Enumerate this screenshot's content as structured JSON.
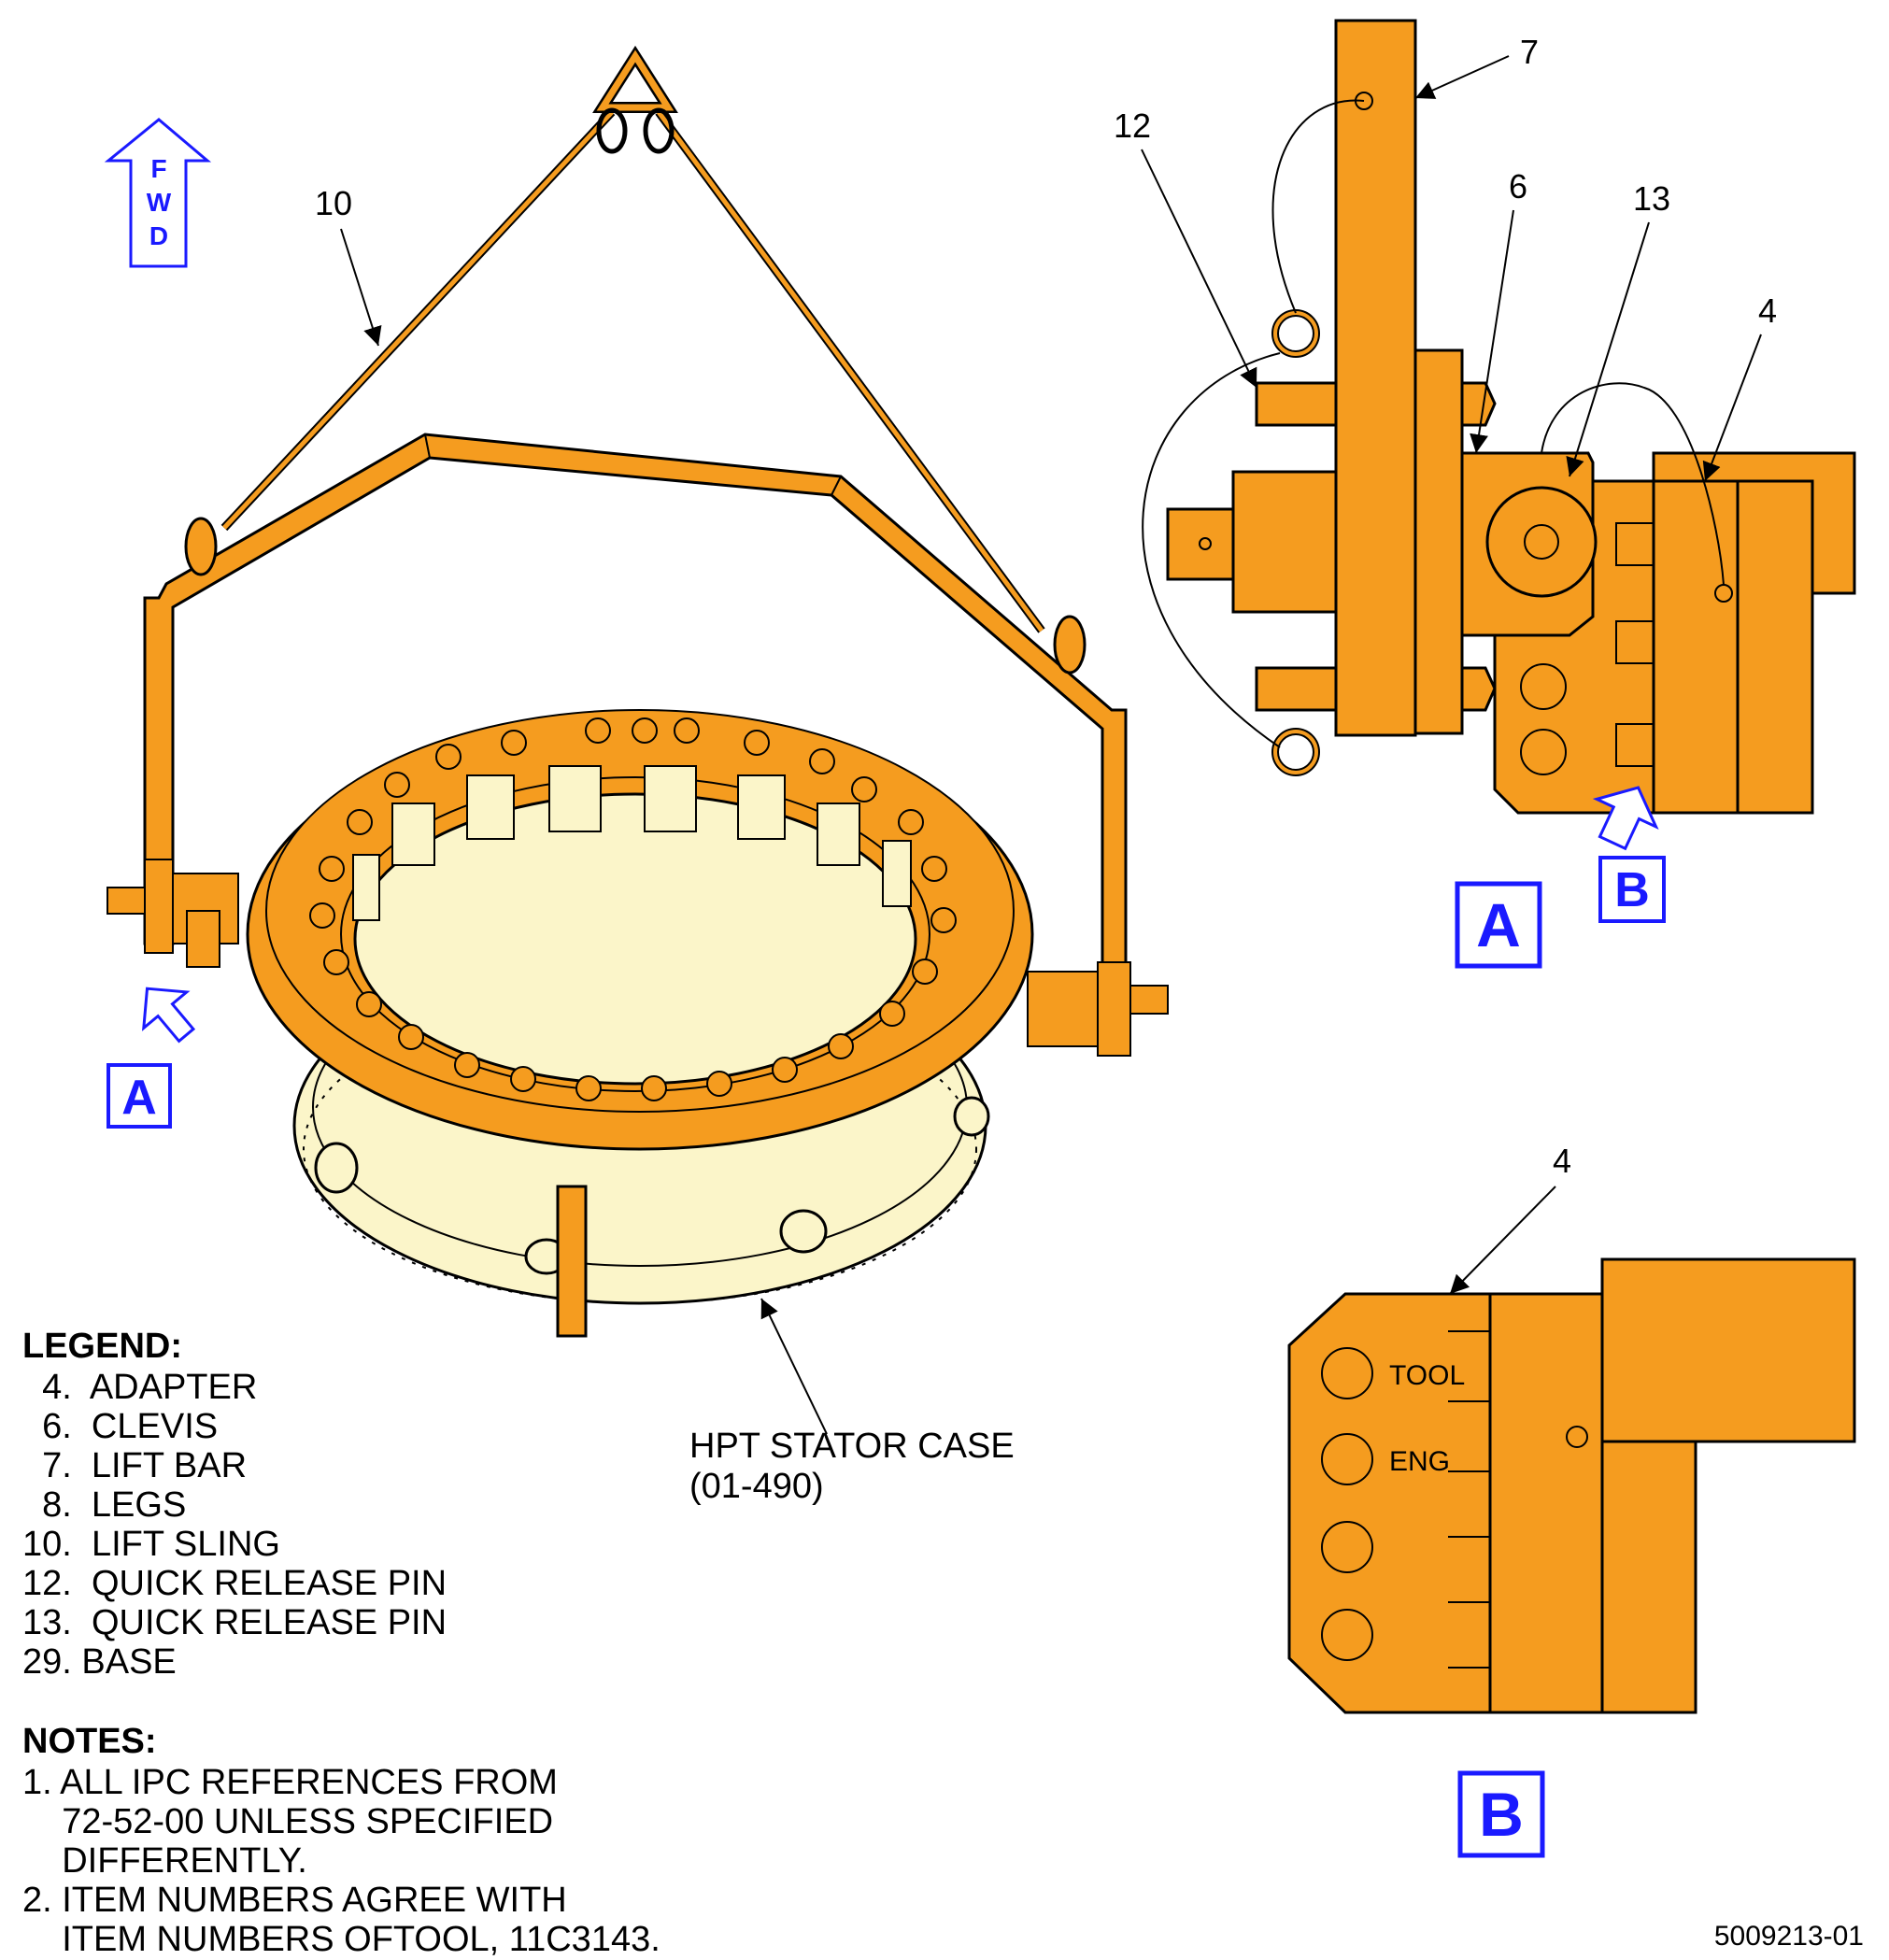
{
  "fwd_label": [
    "F",
    "W",
    "D"
  ],
  "callouts": {
    "c10": "10",
    "c7": "7",
    "c12": "12",
    "c6": "6",
    "c13": "13",
    "c4a": "4",
    "c4b": "4"
  },
  "view_labels": {
    "left_a": "A",
    "view_a": "A",
    "view_a_b": "B",
    "view_b": "B"
  },
  "stator": {
    "line1": "HPT STATOR CASE",
    "line2": "(01-490)"
  },
  "adapter_text": {
    "tool": "TOOL",
    "eng": "ENG"
  },
  "legend": {
    "title": "LEGEND:",
    "items": [
      "  4.  ADAPTER",
      "  6.  CLEVIS",
      "  7.  LIFT BAR",
      "  8.  LEGS",
      "10.  LIFT SLING",
      "12.  QUICK RELEASE PIN",
      "13.  QUICK RELEASE PIN",
      "29. BASE"
    ]
  },
  "notes": {
    "title": "NOTES:",
    "items": [
      "1. ALL IPC REFERENCES FROM",
      "    72-52-00 UNLESS SPECIFIED",
      "    DIFFERENTLY.",
      "2. ITEM NUMBERS AGREE WITH",
      "    ITEM NUMBERS OFTOOL, 11C3143."
    ]
  },
  "figure_number": "5009213-01",
  "colors": {
    "tool_orange": "#f59c1f",
    "case_cream": "#fbf5c9",
    "label_blue": "#1a1aff",
    "outline": "#000000"
  }
}
